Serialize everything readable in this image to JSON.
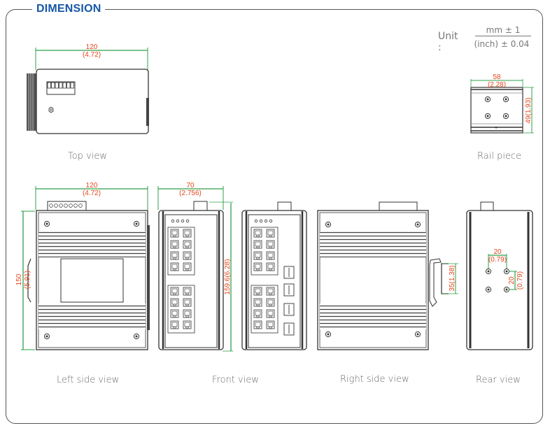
{
  "title": "DIMENSION",
  "unit": {
    "label": "Unit :",
    "numerator": "mm ± 1",
    "denominator": "(inch) ± 0.04"
  },
  "colors": {
    "title": "#1557a6",
    "dimension_text": "#e4461c",
    "dimension_line": "#2ea04a",
    "drawing_line": "#333333"
  },
  "views": {
    "top": {
      "caption": "Top view",
      "width_mm": "120",
      "width_in": "(4.72)"
    },
    "rail": {
      "caption": "Rail piece",
      "width_mm": "58",
      "width_in": "(2.28)",
      "height": "49(1.93)"
    },
    "left": {
      "caption": "Left side view",
      "width_mm": "120",
      "width_in": "(4.72)",
      "height_mm": "150",
      "height_in": "(5.91)"
    },
    "front": {
      "caption": "Front view",
      "width_mm": "70",
      "width_in": "(2.756)",
      "height": "159.6(6.28)"
    },
    "front2": {
      "caption": ""
    },
    "right": {
      "caption": "Right side view",
      "rail": "35(1.38)"
    },
    "rear": {
      "caption": "Rear view",
      "h_spacing_mm": "20",
      "h_spacing_in": "(0.79)",
      "v_spacing_mm": "20",
      "v_spacing_in": "(0.79)"
    }
  }
}
